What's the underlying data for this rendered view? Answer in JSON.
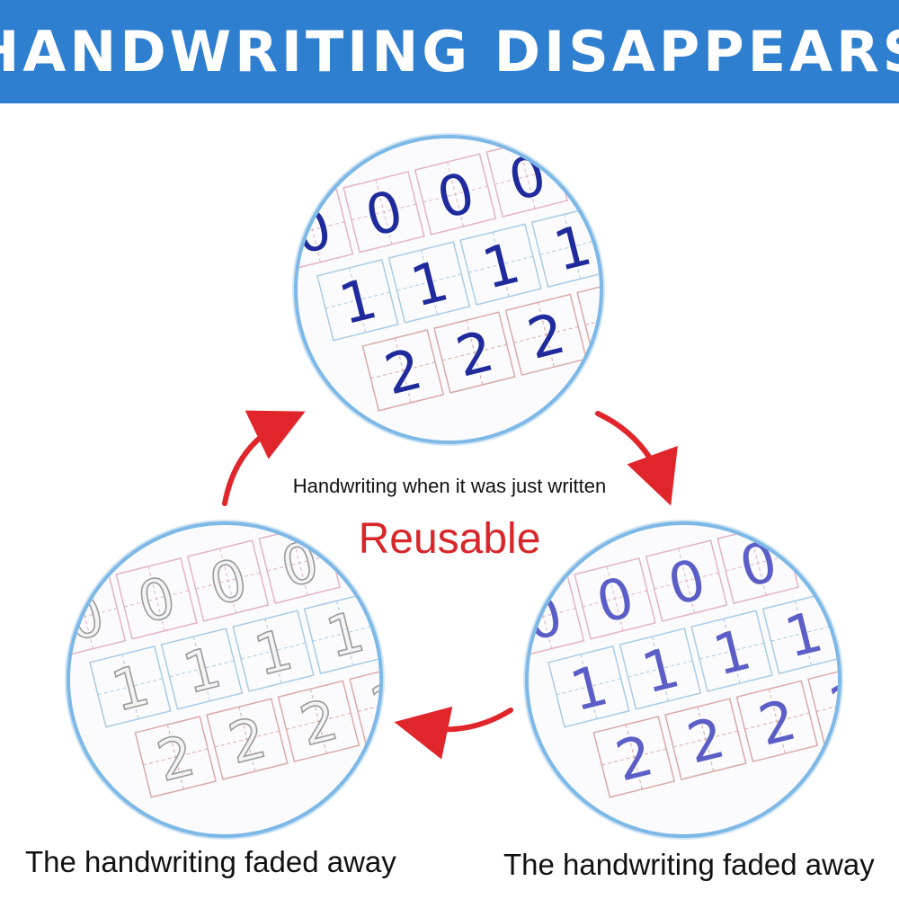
{
  "banner": {
    "title": "HANDWRITING DISAPPEARS"
  },
  "center": {
    "label": "Reusable"
  },
  "stages": [
    {
      "caption": "Handwriting when it was just written",
      "ink_color": "#1f2a9c"
    },
    {
      "caption": "The handwriting faded away",
      "ink_color": "#5c5ec7"
    },
    {
      "caption": "The handwriting faded away",
      "ink_color": "#c8c8c8"
    }
  ],
  "digits": [
    "0",
    "1",
    "2"
  ],
  "colors": {
    "banner": "#2f7fd0",
    "arrow": "#e0252b",
    "reusable_text": "#d8262a"
  }
}
